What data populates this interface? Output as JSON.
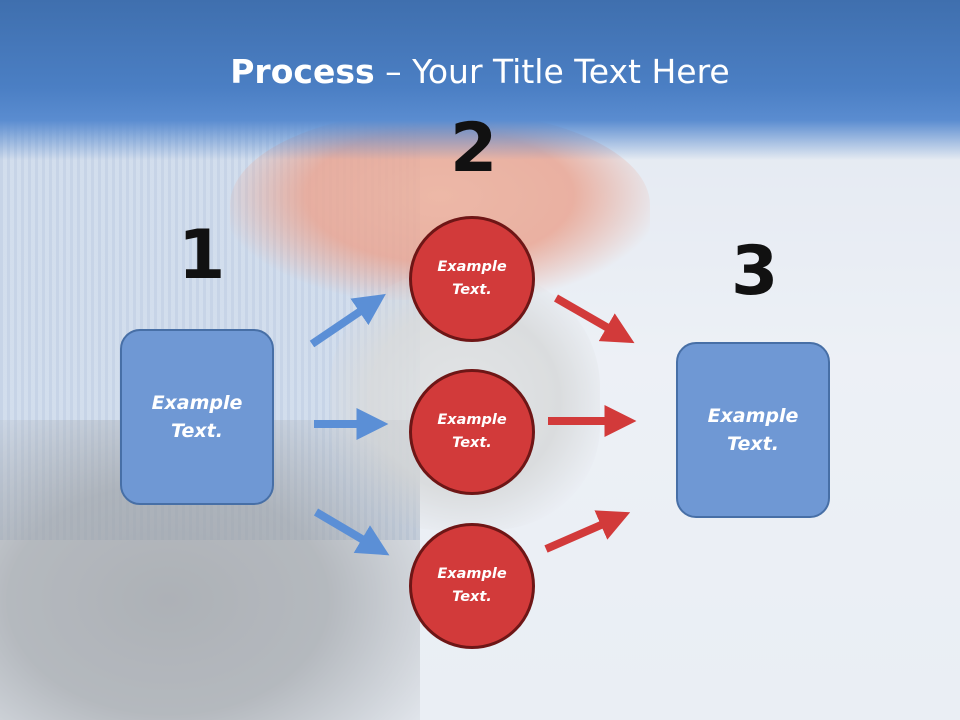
{
  "title": {
    "bold": "Process",
    "rest": " – Your Title Text Here"
  },
  "steps": {
    "one": "1",
    "two": "2",
    "three": "3"
  },
  "left_box": {
    "text": "Example Text."
  },
  "circles": [
    {
      "text": "Example Text."
    },
    {
      "text": "Example Text."
    },
    {
      "text": "Example Text."
    }
  ],
  "right_box": {
    "text": "Example Text."
  },
  "colors": {
    "title_band": "#4b7fc4",
    "box_fill": "#6f98d4",
    "circle_fill": "#d23a3a",
    "arrow_blue": "#5b8fd6",
    "arrow_red": "#d23a3a"
  }
}
